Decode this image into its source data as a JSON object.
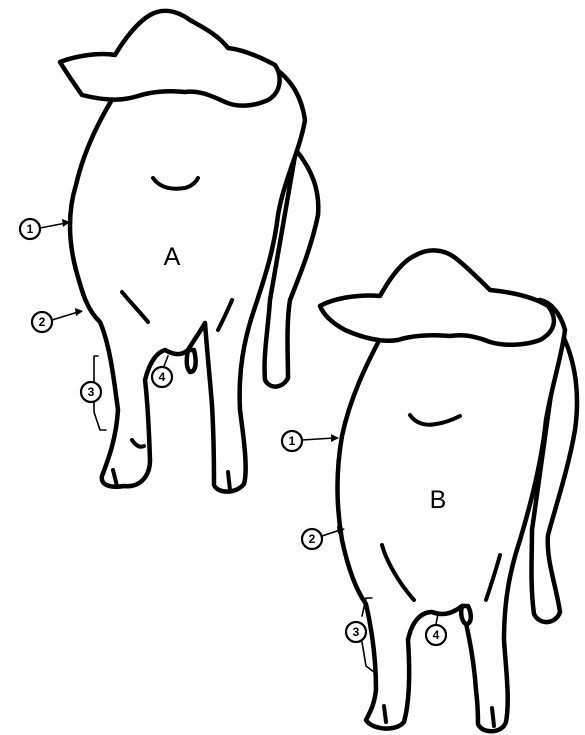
{
  "cows": [
    {
      "letter": "A",
      "markers": [
        "1",
        "2",
        "3",
        "4"
      ]
    },
    {
      "letter": "B",
      "markers": [
        "1",
        "2",
        "3",
        "4"
      ]
    }
  ]
}
